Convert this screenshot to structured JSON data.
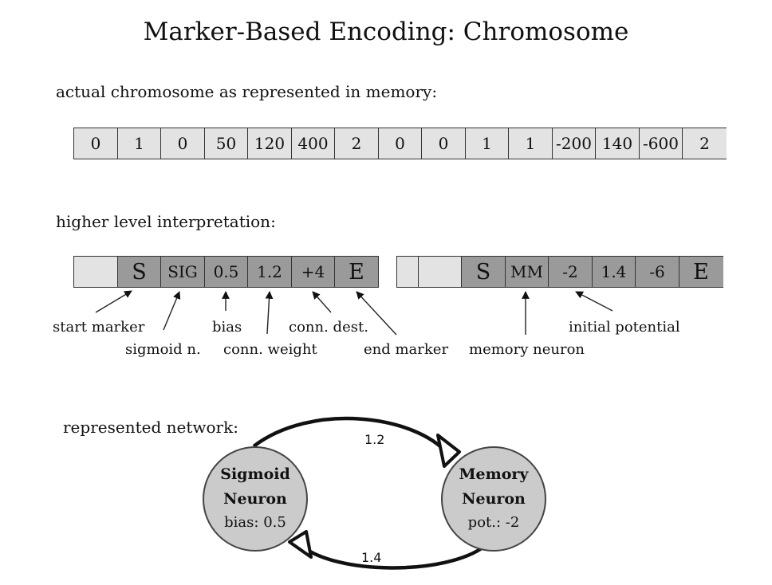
{
  "title": "Marker-Based Encoding: Chromosome",
  "memory_label": "actual chromosome as represented in memory:",
  "memory_cells": [
    "0",
    "1",
    "0",
    "50",
    "120",
    "400",
    "2",
    "0",
    "0",
    "1",
    "1",
    "-200",
    "140",
    "-600",
    "2"
  ],
  "interpretation_label": "higher level interpretation:",
  "segment1": [
    "",
    "S",
    "SIG",
    "0.5",
    "1.2",
    "+4",
    "E"
  ],
  "segment2": [
    "",
    "",
    "S",
    "MM",
    "-2",
    "1.4",
    "-6",
    "E"
  ],
  "annotations": {
    "start_marker": "start marker",
    "sigmoid": "sigmoid n.",
    "bias": "bias",
    "conn_weight": "conn. weight",
    "conn_dest": "conn. dest.",
    "end_marker": "end marker",
    "memory_neuron": "memory neuron",
    "initial_potential": "initial potential"
  },
  "network_label": "represented network:",
  "sigmoid_neuron": {
    "line1": "Sigmoid",
    "line2": "Neuron",
    "line3": "bias: 0.5"
  },
  "memory_neuron": {
    "line1": "Memory",
    "line2": "Neuron",
    "line3": "pot.: -2"
  },
  "weights": {
    "top": "1.2",
    "bottom": "1.4"
  },
  "colors": {
    "marker_cell": "#9a9a9a",
    "empty_cell": "#e3e3e3",
    "neuron_fill": "#cbcbcb"
  }
}
